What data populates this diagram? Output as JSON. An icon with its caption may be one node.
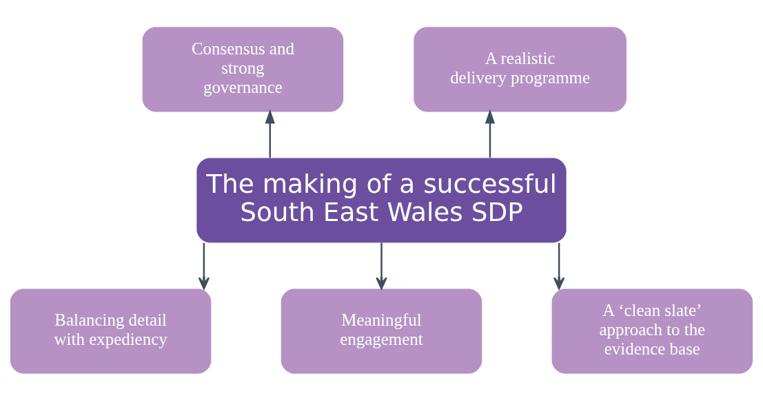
{
  "diagram": {
    "nodes": [
      {
        "text": [
          "The making of a successful South East Wales SDP"
        ]
      },
      {
        "text": [
          "Consensus and strong governance"
        ]
      },
      {
        "text": [
          "A realistic delivery programme"
        ]
      },
      {
        "text": [
          "Balancing detail with expediency"
        ]
      },
      {
        "text": [
          "Meaningful engagement"
        ]
      },
      {
        "text": [
          "A ‘clean slate’ approach to the evidence base"
        ]
      }
    ],
    "edges": [
      {
        "from": 0,
        "to": 1,
        "arrow": "to"
      },
      {
        "from": 0,
        "to": 2,
        "arrow": "to"
      },
      {
        "from": 0,
        "to": 3,
        "arrow": "to"
      },
      {
        "from": 0,
        "to": 4,
        "arrow": "to"
      },
      {
        "from": 0,
        "to": 5,
        "arrow": "to"
      }
    ]
  }
}
